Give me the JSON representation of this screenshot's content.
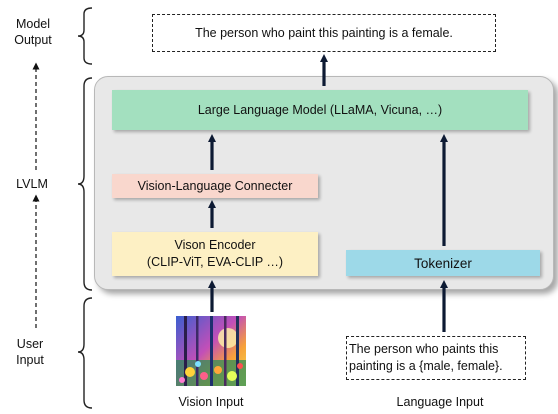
{
  "stages": {
    "model_output": "Model\nOutput",
    "lvlm": "LVLM",
    "user_input": "User\nInput"
  },
  "output_text": "The person who paint this painting is a female.",
  "llm_label": "Large Language Model (LLaMA, Vicuna, …)",
  "connecter_label": "Vision-Language Connecter",
  "encoder_label": "Vison Encoder\n(CLIP-ViT, EVA-CLIP …)",
  "tokenizer_label": "Tokenizer",
  "language_prompt": "The person who paints this\npainting is a {male, female}.",
  "vision_input_label": "Vision Input",
  "language_input_label": "Language Input",
  "colors": {
    "llm": "#a3e0bf",
    "connecter": "#f9d7cd",
    "encoder": "#fdf0c4",
    "tokenizer": "#9dd9e8",
    "panel": "#e8e8e8",
    "arrow": "#0d1a33"
  }
}
